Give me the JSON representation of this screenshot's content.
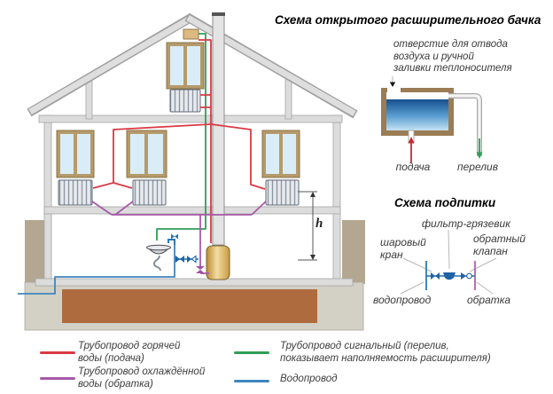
{
  "expansion_panel": {
    "title": "Схема открытого расширительного бачка",
    "vent_label": "отверстие для отвода воздуха и ручной заливки теплоносителя",
    "supply_label": "подача",
    "overflow_label": "перелив"
  },
  "makeup_panel": {
    "title": "Схема подпитки",
    "filter_label": "фильтр-грязевик",
    "ball_valve_label": "шаровый кран",
    "check_valve_label": "обратный клапан",
    "water_main_label": "водопровод",
    "return_label": "обратка"
  },
  "house": {
    "height_label": "h"
  },
  "legend": {
    "items": [
      {
        "label": "Трубопровод горячей воды (подача)",
        "color": "#d93a44"
      },
      {
        "label": "Трубопровод охлаждённой воды (обратка)",
        "color": "#a75aa7"
      },
      {
        "label": "Трубопровод сигнальный (перелив, показывает наполняемость расширителя)",
        "color": "#2f9e57"
      },
      {
        "label": "Водопровод",
        "color": "#3e86c0"
      }
    ]
  },
  "colors": {
    "hot_supply_pipe": "#d93a44",
    "return_pipe": "#a75aa7",
    "signal_overflow_pipe": "#2f9e57",
    "water_supply_pipe": "#3e86c0",
    "structure_gray": "#dcdcdc",
    "ground_brown": "#ae6b3e",
    "tank_wall_brown": "#9b7c55",
    "boiler_gold": "#d9a94f",
    "window_frame_tan": "#b59a6b"
  }
}
